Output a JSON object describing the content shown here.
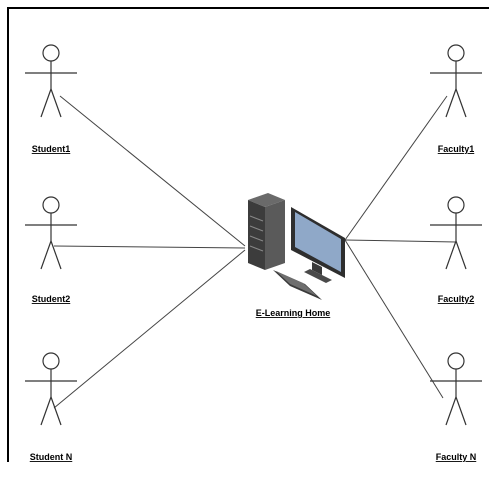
{
  "diagram": {
    "actors_left": [
      {
        "label": "Student1"
      },
      {
        "label": "Student2"
      },
      {
        "label": "Student N"
      }
    ],
    "actors_right": [
      {
        "label": "Faculty1"
      },
      {
        "label": "Faculty2"
      },
      {
        "label": "Faculty N"
      }
    ],
    "center_node": {
      "label": "E-Learning Home",
      "icon": "computer-workstation-icon"
    },
    "colors": {
      "line": "#444444",
      "actor": "#333333",
      "tower": "#4a4a4a",
      "screen": "#8fa8c8"
    }
  }
}
